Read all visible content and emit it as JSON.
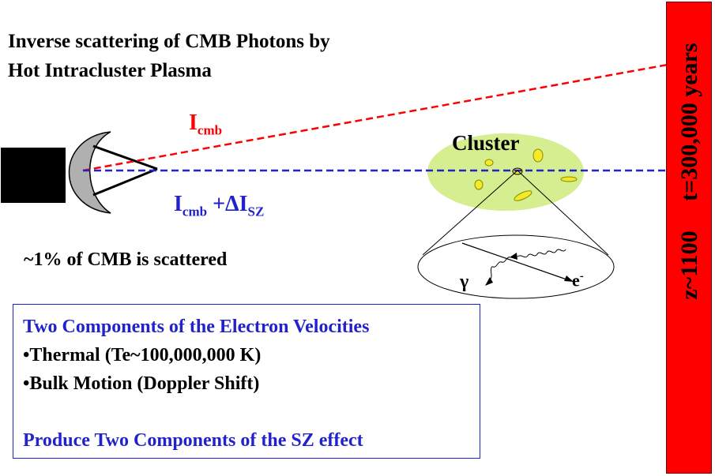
{
  "title": {
    "line1": "Inverse scattering of CMB Photons by",
    "line2": "Hot Intracluster Plasma"
  },
  "beam_labels": {
    "red_main": "I",
    "red_sub": "cmb",
    "blue_main": "I",
    "blue_sub": "cmb",
    "blue_plus": "+",
    "blue_delta": "ΔI",
    "blue_sz": "SZ"
  },
  "cluster_label": "Cluster",
  "particles": {
    "gamma": "γ",
    "electron": "e",
    "electron_charge": "-"
  },
  "scattered_note": "~1% of CMB is scattered",
  "info_box": {
    "heading": "Two Components of the Electron Velocities",
    "item1": "•Thermal (Te~100,000,000 K)",
    "item2": "•Bulk Motion (Doppler Shift)",
    "footer": "Produce Two Components of the SZ effect"
  },
  "time_bar": {
    "redshift": "z~1100",
    "time": "t=300,000 years"
  },
  "colors": {
    "red_beam": "#ff0000",
    "blue_beam": "#2222cc",
    "cluster_fill": "#d4ee90",
    "cluster_blob": "#f2ea2a",
    "time_bar": "#ff0000",
    "dish": "#b0b0b0"
  },
  "icons": [
    "telescope-icon",
    "dish-icon",
    "cluster-icon"
  ]
}
